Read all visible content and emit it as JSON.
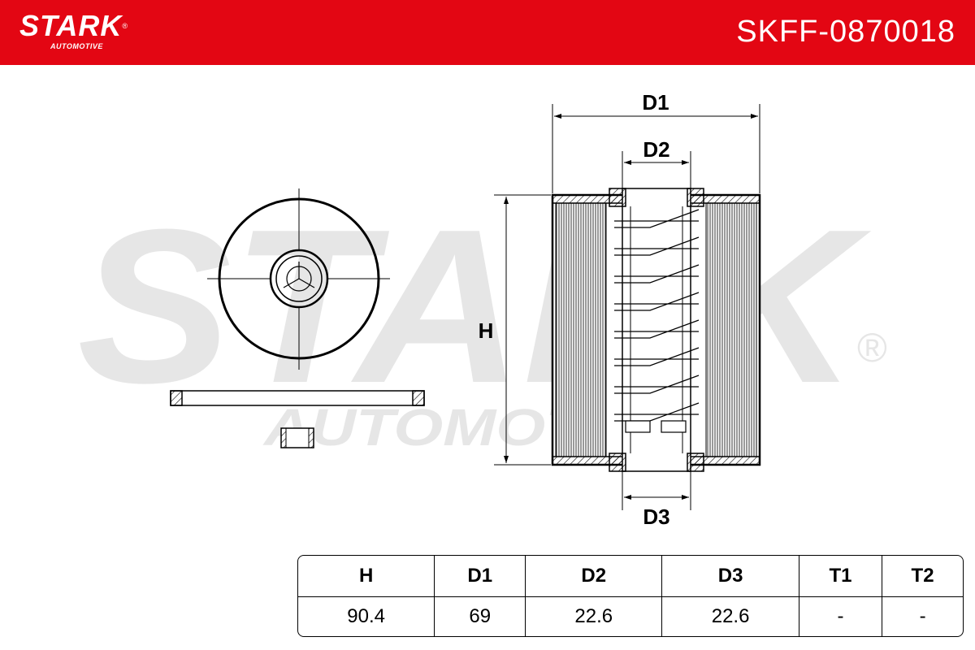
{
  "header": {
    "brand": "STARK",
    "brand_sub": "AUTOMOTIVE",
    "registered": "®",
    "part_number": "SKFF-0870018",
    "color": "#e30613"
  },
  "watermark": {
    "brand": "STARK",
    "brand_sub": "AUTOMOTIVE",
    "registered": "®"
  },
  "dimensions": {
    "d1_label": "D1",
    "d2_label": "D2",
    "d3_label": "D3",
    "h_label": "H"
  },
  "specs_table": {
    "headers": [
      "H",
      "D1",
      "D2",
      "D3",
      "T1",
      "T2"
    ],
    "values": [
      "90.4",
      "69",
      "22.6",
      "22.6",
      "-",
      "-"
    ]
  }
}
